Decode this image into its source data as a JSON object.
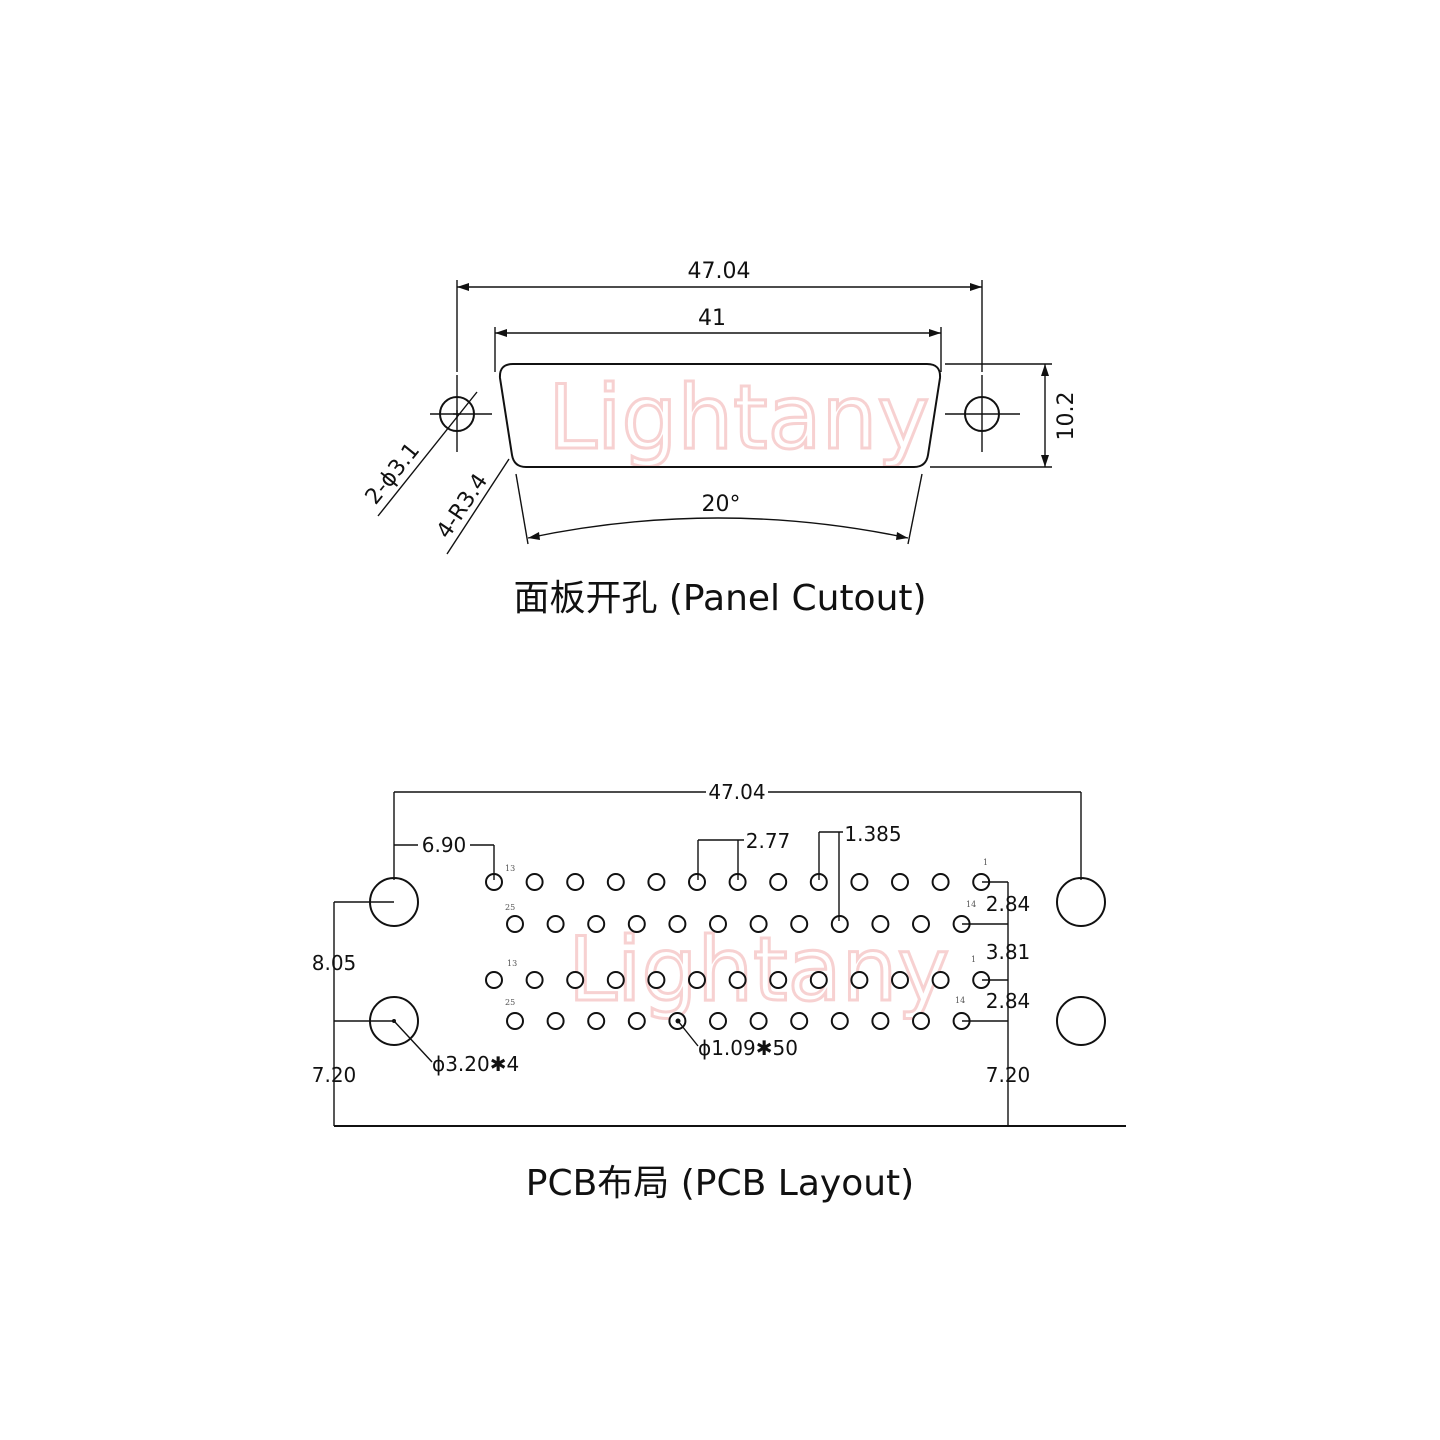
{
  "panel_cutout": {
    "caption": "面板开孔 (Panel Cutout)",
    "dim_overall_width": "47.04",
    "dim_body_width": "41",
    "dim_height": "10.2",
    "dim_holes": "2-ϕ3.1",
    "dim_corner_radius": "4-R3.4",
    "dim_angle": "20°"
  },
  "pcb_layout": {
    "caption": "PCB布局 (PCB Layout)",
    "dim_overall_width": "47.04",
    "dim_first_pin_offset": "6.90",
    "dim_pin_pitch": "2.77",
    "dim_row_offset": "1.385",
    "dim_row_spacing_top": "2.84",
    "dim_row_group_spacing": "3.81",
    "dim_row_spacing_bottom": "2.84",
    "dim_left_height": "8.05",
    "dim_left_bottom": "7.20",
    "dim_right_bottom": "7.20",
    "dim_mount_holes": "ϕ3.20✱4",
    "dim_pin_holes": "ϕ1.09✱50",
    "pin_labels": {
      "row1_left": "13",
      "row1_right": "1",
      "row2_left": "25",
      "row2_right": "14",
      "row3_left": "13",
      "row3_right": "1",
      "row4_left": "25",
      "row4_right": "14"
    }
  },
  "watermark": "Lightany"
}
